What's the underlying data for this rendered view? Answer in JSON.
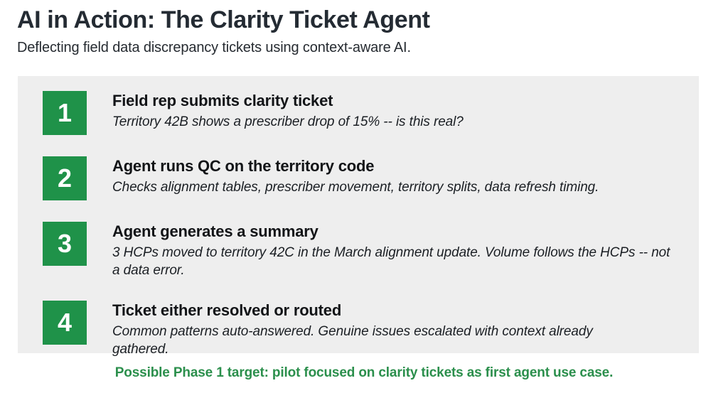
{
  "header": {
    "title": "AI in Action: The Clarity Ticket Agent",
    "subtitle": "Deflecting field data discrepancy tickets using context-aware AI."
  },
  "theme": {
    "accent_green": "#1f9249",
    "footer_green": "#2b8f4c",
    "panel_background": "#eeeeee",
    "page_background": "#ffffff",
    "title_color": "#242b33",
    "body_color": "#1b1f24"
  },
  "panel": {
    "steps": [
      {
        "number": "1",
        "heading": "Field rep submits clarity ticket",
        "description": "Territory 42B shows a prescriber drop of 15% -- is this real?"
      },
      {
        "number": "2",
        "heading": "Agent runs QC on the territory code",
        "description": "Checks alignment tables, prescriber movement, territory splits, data refresh timing."
      },
      {
        "number": "3",
        "heading": "Agent generates a summary",
        "description": "3 HCPs moved to territory 42C in the March alignment update. Volume follows the HCPs -- not a data error."
      },
      {
        "number": "4",
        "heading": "Ticket either resolved or routed",
        "description": "Common patterns auto-answered. Genuine issues escalated with context already gathered."
      }
    ]
  },
  "footer": {
    "text": "Possible Phase 1 target: pilot focused on clarity tickets as first agent use case."
  }
}
